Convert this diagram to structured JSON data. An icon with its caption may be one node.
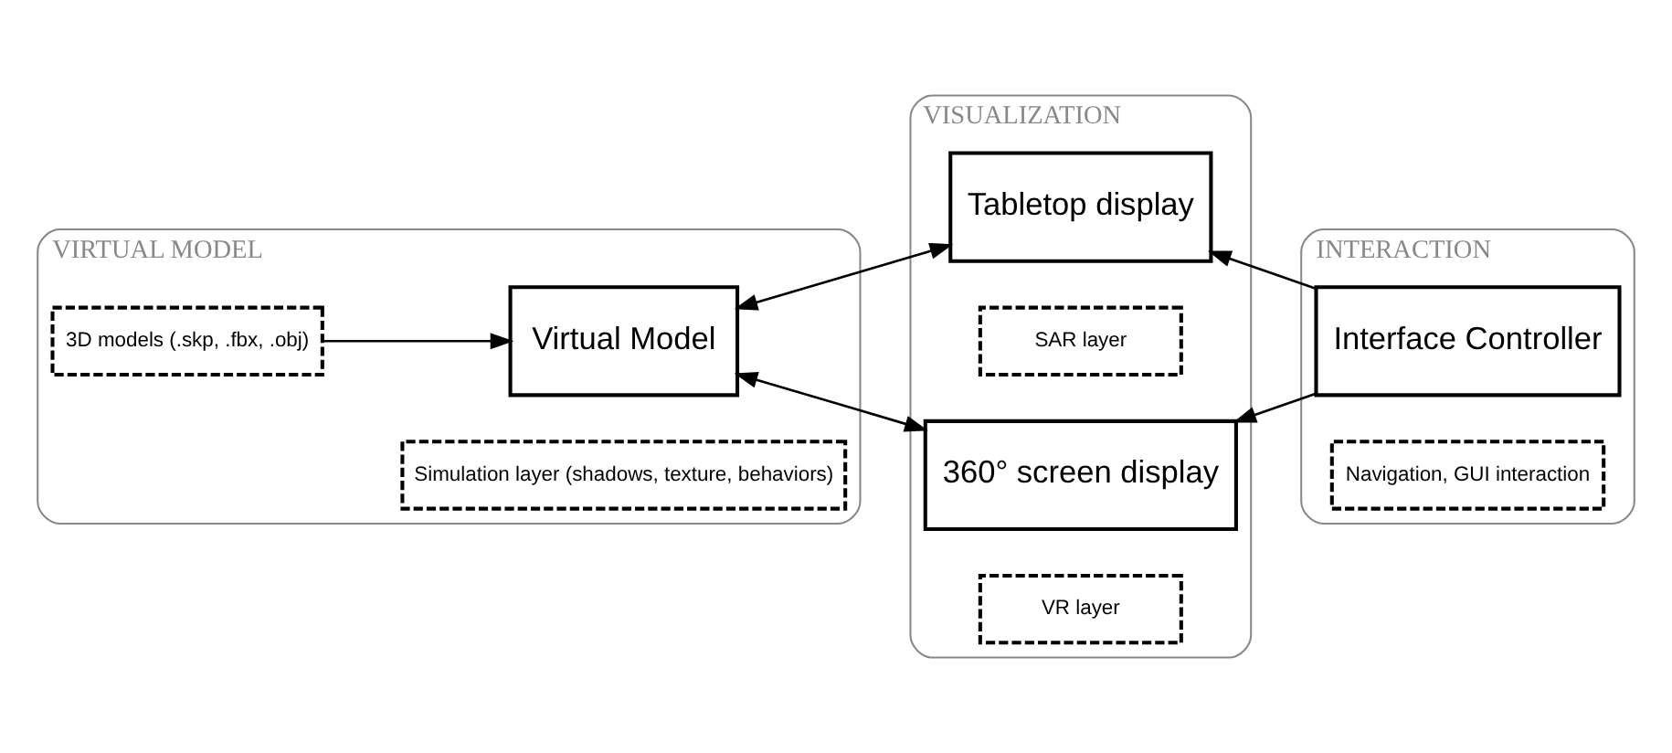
{
  "diagram": {
    "nodes": [
      {
        "text": [
          "VIRTUAL MODEL"
        ]
      },
      {
        "text": [
          "3D models (.skp, .fbx, .obj)"
        ],
        "in": 0
      },
      {
        "text": [
          "Virtual Model"
        ],
        "in": 0
      },
      {
        "text": [
          "Simulation layer (shadows, texture, behaviors)"
        ],
        "in": 0
      },
      {
        "text": [
          "VISUALIZATION"
        ]
      },
      {
        "text": [
          "Tabletop display"
        ],
        "in": 4
      },
      {
        "text": [
          "SAR layer"
        ],
        "in": 4
      },
      {
        "text": [
          "360° screen display"
        ],
        "in": 4
      },
      {
        "text": [
          "VR layer"
        ],
        "in": 4
      },
      {
        "text": [
          "INTERACTION"
        ]
      },
      {
        "text": [
          "Interface Controller"
        ],
        "in": 9
      },
      {
        "text": [
          "Navigation, GUI interaction"
        ],
        "in": 9
      }
    ],
    "edges": [
      {
        "from": 1,
        "to": 2,
        "arrow": "to"
      },
      {
        "from": 2,
        "to": 5,
        "arrow": "both"
      },
      {
        "from": 2,
        "to": 7,
        "arrow": "both"
      },
      {
        "from": 10,
        "to": 5,
        "arrow": "to"
      },
      {
        "from": 10,
        "to": 7,
        "arrow": "to"
      }
    ]
  }
}
